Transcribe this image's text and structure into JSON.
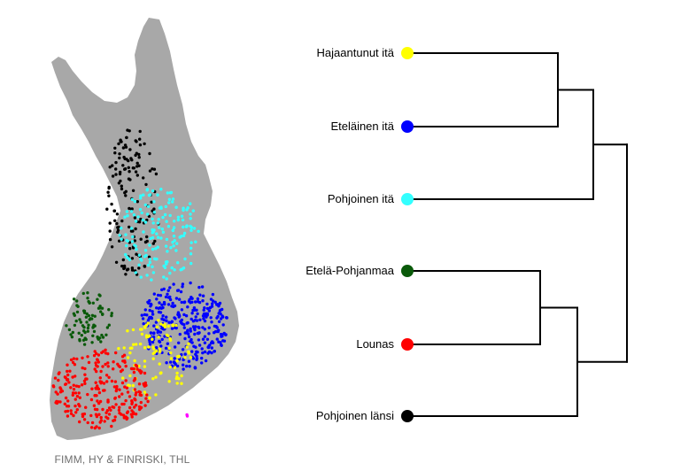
{
  "credit": "FIMM, HY & FINRISKI, THL",
  "dendrogram": {
    "leaves": [
      {
        "name": "Hajaantunut itä",
        "color": "#ffff00"
      },
      {
        "name": "Eteläinen itä",
        "color": "#0000ff"
      },
      {
        "name": "Pohjoinen itä",
        "color": "#33ffff"
      },
      {
        "name": "Etelä-Pohjanmaa",
        "color": "#0a5a0a"
      },
      {
        "name": "Lounas",
        "color": "#ff0000"
      },
      {
        "name": "Pohjoinen länsi",
        "color": "#000000"
      }
    ]
  },
  "map": {
    "land_color": "#a8a8a8",
    "clusters": [
      {
        "color": "#000000",
        "count": 150
      },
      {
        "color": "#33ffff",
        "count": 160
      },
      {
        "color": "#0000ff",
        "count": 330
      },
      {
        "color": "#ffff00",
        "count": 95
      },
      {
        "color": "#0a5a0a",
        "count": 80
      },
      {
        "color": "#ff0000",
        "count": 260
      },
      {
        "color": "#ff00ff",
        "count": 2
      }
    ]
  }
}
